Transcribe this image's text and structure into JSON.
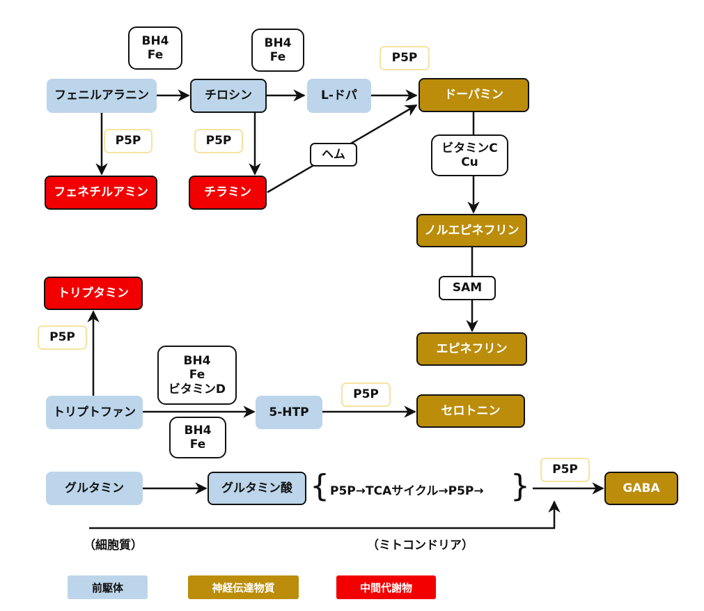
{
  "nodes": {
    "phenylalanine": "フェニルアラニン",
    "tyrosine": "チロシン",
    "ldopa": "L-ドパ",
    "dopamine": "ドーパミン",
    "phenethylamine": "フェネチルアミン",
    "tyramine": "チラミン",
    "norepinephrine": "ノルエピネフリン",
    "epinephrine": "エピネフリン",
    "tryptamine": "トリプタミン",
    "tryptophan": "トリプトファン",
    "htp": "5-HTP",
    "serotonin": "セロトニン",
    "glutamine": "グルタミン",
    "glutamate": "グルタミン酸",
    "gaba": "GABA"
  },
  "cofactors": {
    "bh4": "BH4",
    "fe": "Fe",
    "p5p": "P5P",
    "heme": "ヘム",
    "vitc": "ビタミンC",
    "cu": "Cu",
    "sam": "SAM",
    "vitd": "ビタミンD"
  },
  "cycle_text": "P5P→TCAサイクル→P5P→",
  "brace_left": "{",
  "brace_right": "}",
  "location": {
    "cytoplasm": "（細胞質）",
    "mitochondria": "（ミトコンドリア）"
  },
  "legend": [
    {
      "label": "前駆体",
      "color": "#bcd5ea",
      "text_color": "#111111"
    },
    {
      "label": "神経伝達物質",
      "color": "#bb8d0b",
      "text_color": "#ffffff"
    },
    {
      "label": "中間代謝物",
      "color": "#f20000",
      "text_color": "#ffffff"
    }
  ],
  "colors": {
    "precursor": "#bcd5ea",
    "neurotransmitter": "#bb8d0b",
    "intermediate": "#f20000",
    "p5p_border": "#f6e3a0"
  }
}
